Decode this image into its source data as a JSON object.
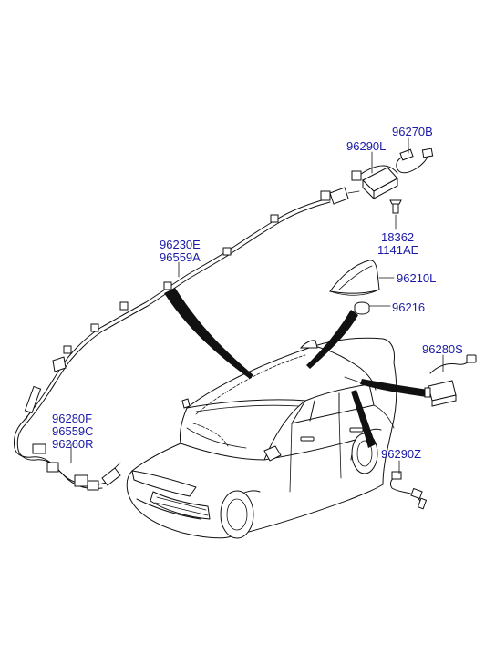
{
  "labels": {
    "p96270B": "96270B",
    "p96290L": "96290L",
    "p18362": "18362",
    "p1141AE": "1141AE",
    "p96210L": "96210L",
    "p96216": "96216",
    "p96230E": "96230E",
    "p96559A": "96559A",
    "p96280S": "96280S",
    "p96280F": "96280F",
    "p96559C": "96559C",
    "p96260R": "96260R",
    "p96290Z": "96290Z"
  },
  "colors": {
    "label": "#1a1aa8",
    "line": "#111111",
    "background": "#ffffff"
  }
}
